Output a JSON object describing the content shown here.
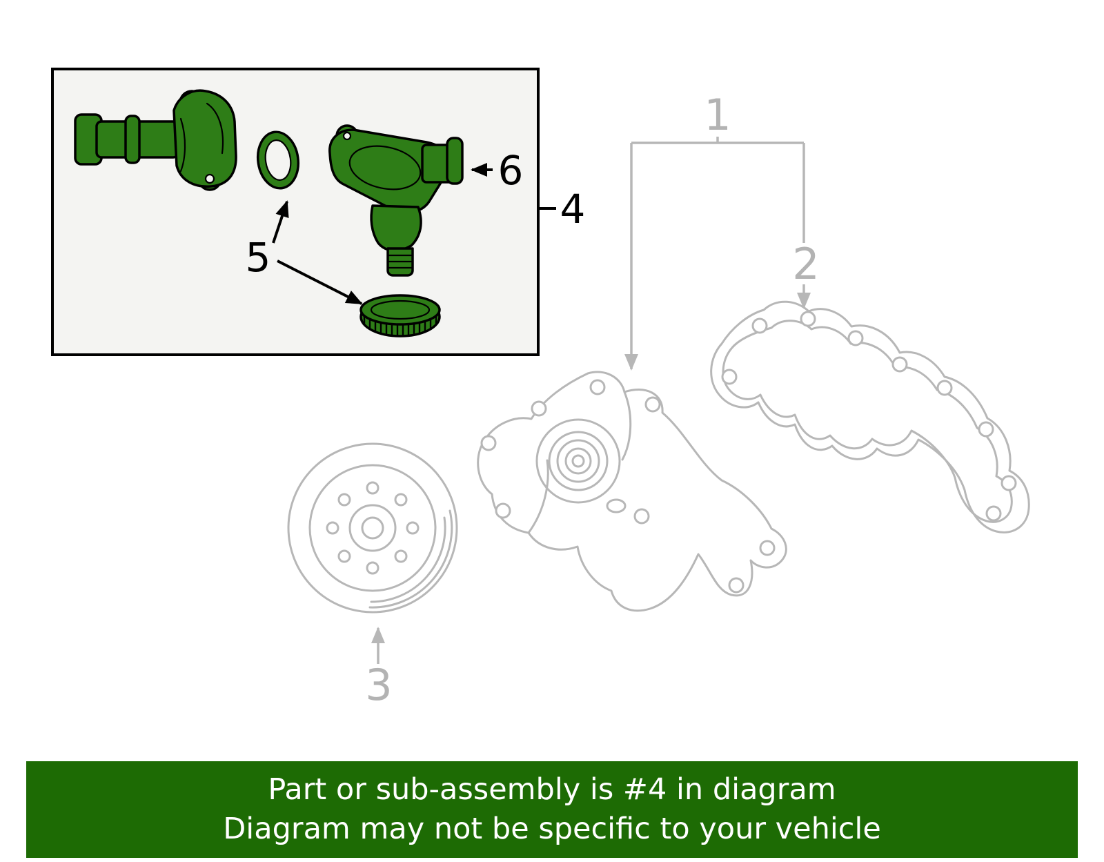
{
  "banner": {
    "line1": "Part or sub-assembly is #4 in diagram",
    "line2": "Diagram may not be specific to your vehicle",
    "bg_color": "#1d6b04",
    "text_color": "#ffffff"
  },
  "colors": {
    "highlight_green": "#2e7d17",
    "diagram_gray": "#b7b7b7",
    "outline_black": "#000000",
    "inset_box_bg": "#f4f4f2"
  },
  "callouts": {
    "water_pump": "1",
    "gasket": "2",
    "pulley": "3",
    "assembly_box": "4",
    "seals": "5",
    "outlet_housing": "6"
  }
}
